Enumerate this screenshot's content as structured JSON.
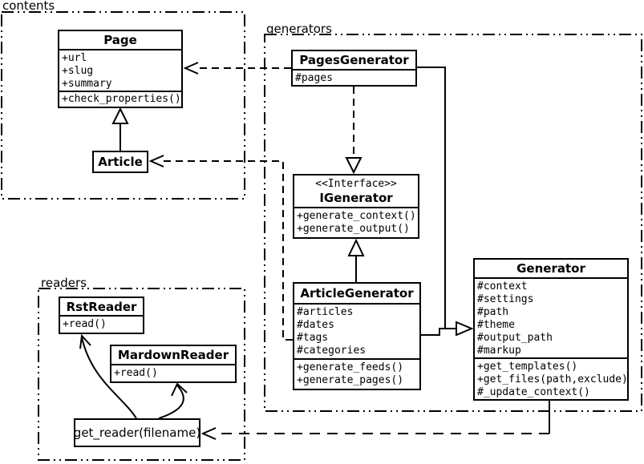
{
  "colors": {
    "line": "#000000",
    "background": "#ffffff",
    "box_fill": "#ffffff"
  },
  "packages": {
    "contents": {
      "label": "contents"
    },
    "generators": {
      "label": "generators"
    },
    "readers": {
      "label": "readers"
    }
  },
  "classes": {
    "page": {
      "title": "Page",
      "attributes": [
        "+url",
        "+slug",
        "+summary"
      ],
      "methods": [
        "+check_properties()"
      ]
    },
    "article": {
      "title": "Article"
    },
    "pages_generator": {
      "title": "PagesGenerator",
      "attributes": [
        "#pages"
      ]
    },
    "igenerator": {
      "stereotype": "<<Interface>>",
      "title": "IGenerator",
      "methods": [
        "+generate_context()",
        "+generate_output()"
      ]
    },
    "article_generator": {
      "title": "ArticleGenerator",
      "attributes": [
        "#articles",
        "#dates",
        "#tags",
        "#categories"
      ],
      "methods": [
        "+generate_feeds()",
        "+generate_pages()"
      ]
    },
    "generator": {
      "title": "Generator",
      "attributes": [
        "#context",
        "#settings",
        "#path",
        "#theme",
        "#output_path",
        "#markup"
      ],
      "methods": [
        "+get_templates()",
        "+get_files(path,exclude)",
        "#_update_context()"
      ]
    },
    "rst_reader": {
      "title": "RstReader",
      "methods": [
        "+read()"
      ]
    },
    "mardown_reader": {
      "title": "MardownReader",
      "methods": [
        "+read()"
      ]
    },
    "get_reader": {
      "label": "get_reader(filename)"
    }
  }
}
